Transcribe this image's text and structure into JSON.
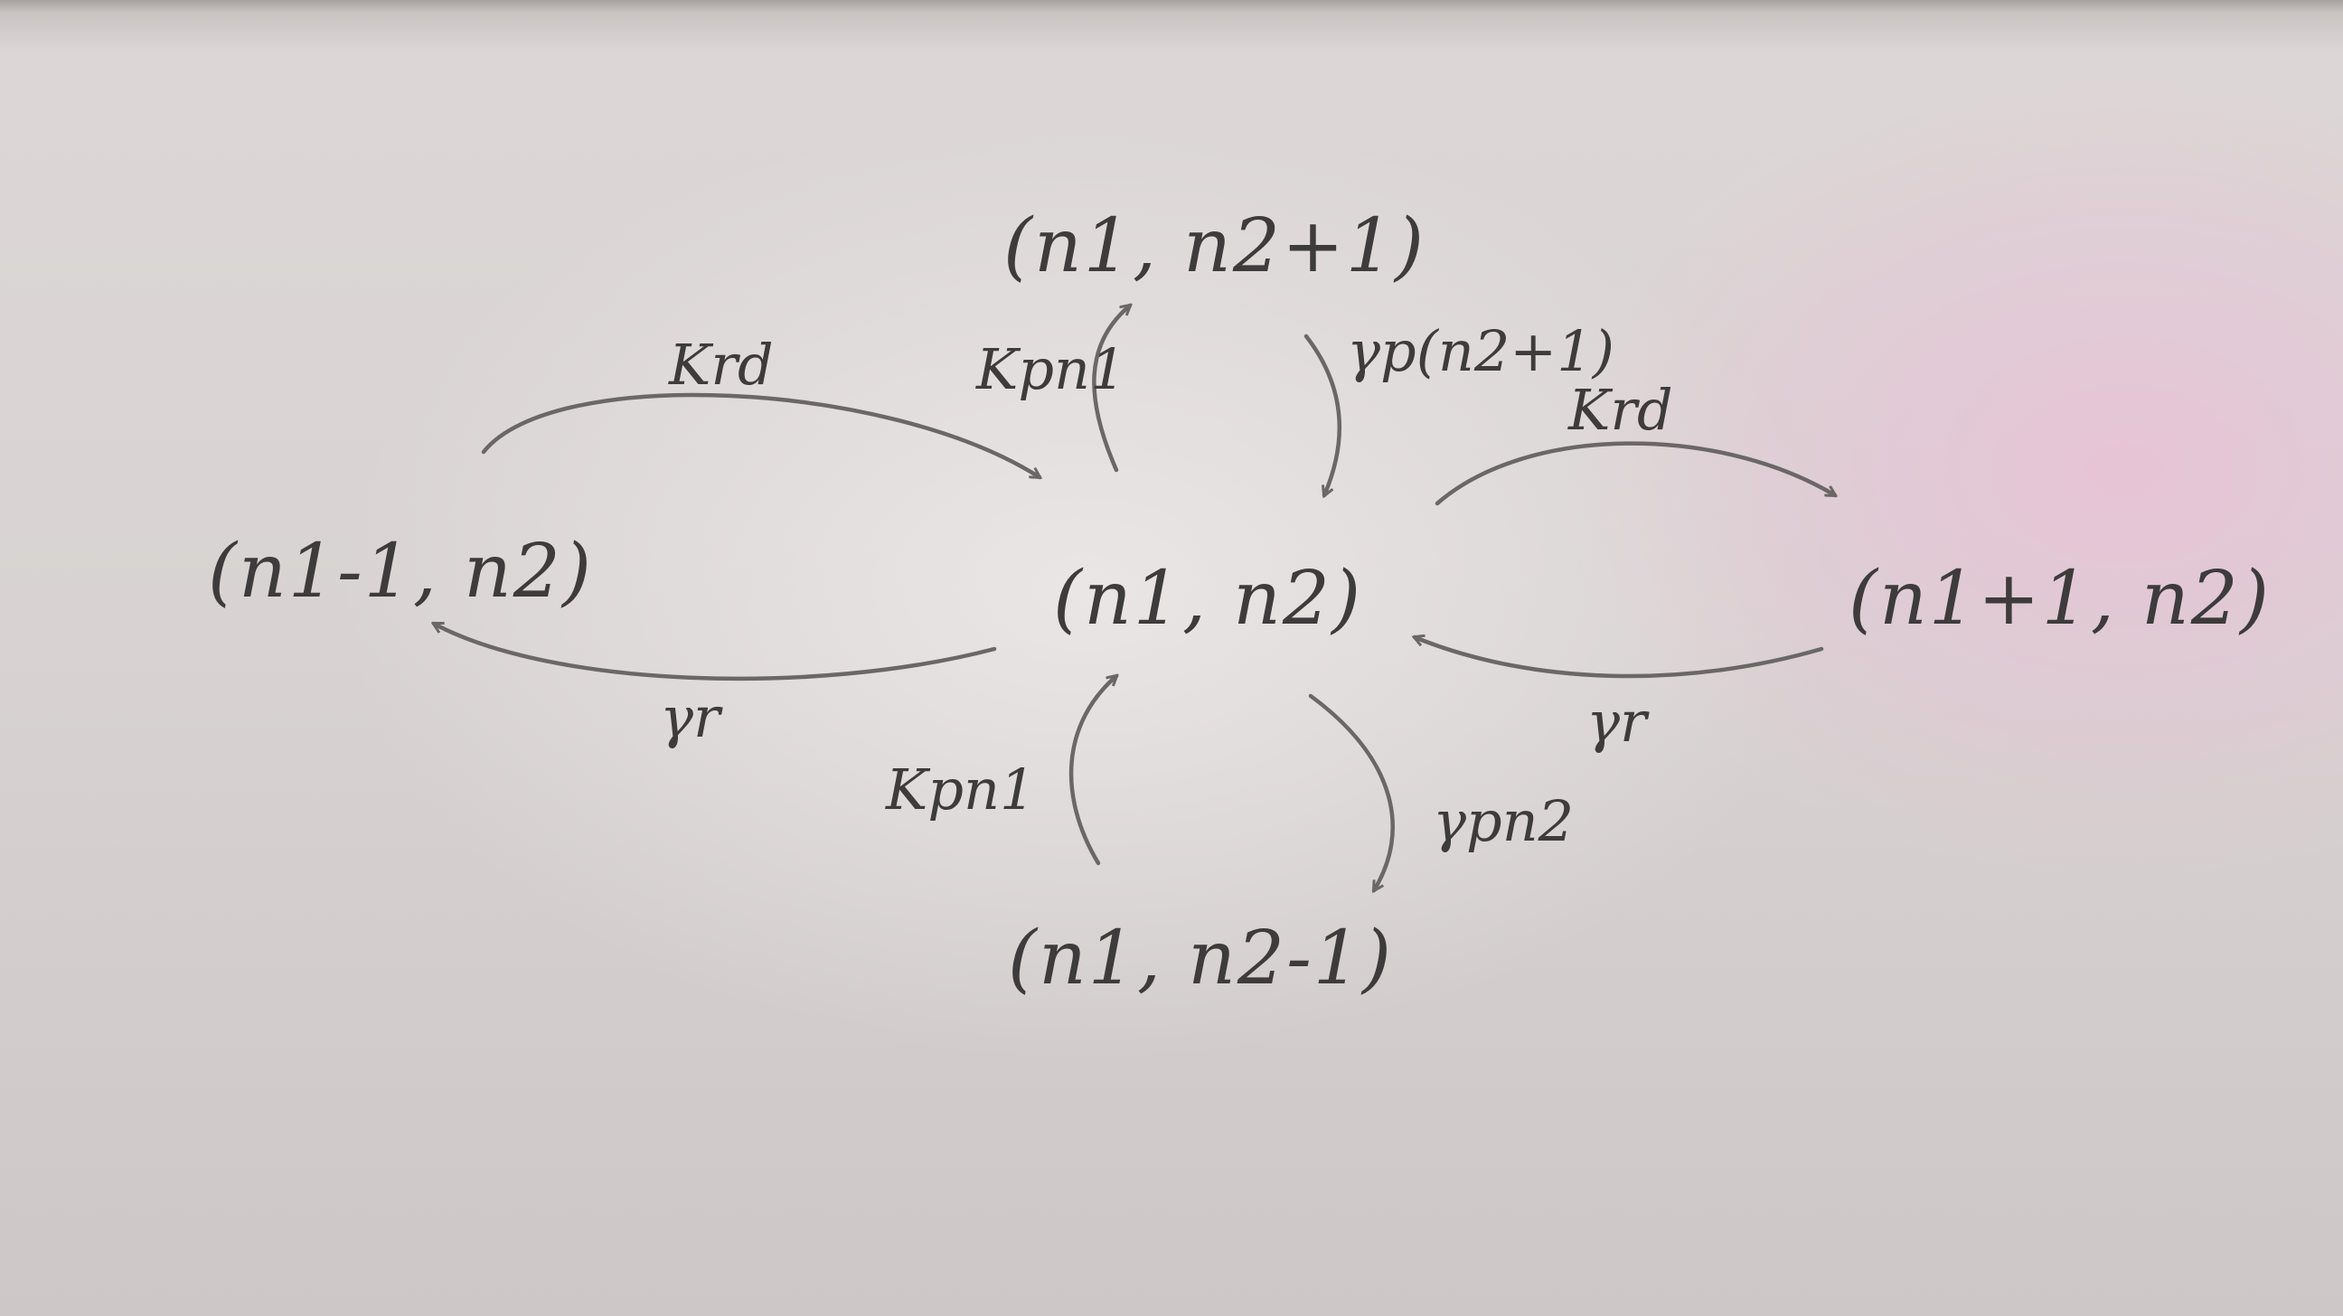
{
  "diagram": {
    "nodes": {
      "center": "(n1, n2)",
      "top": "(n1, n2+1)",
      "bottom": "(n1, n2-1)",
      "left": "(n1-1, n2)",
      "right": "(n1+1, n2)"
    },
    "rates": {
      "center_to_top": "Kpn1",
      "top_to_center": "γp(n2+1)",
      "left_to_center": "Krd",
      "center_to_left": "γr",
      "center_to_right": "Krd",
      "right_to_center": "γr",
      "bottom_to_center": "Kpn1",
      "center_to_bottom": "γpn2"
    }
  }
}
